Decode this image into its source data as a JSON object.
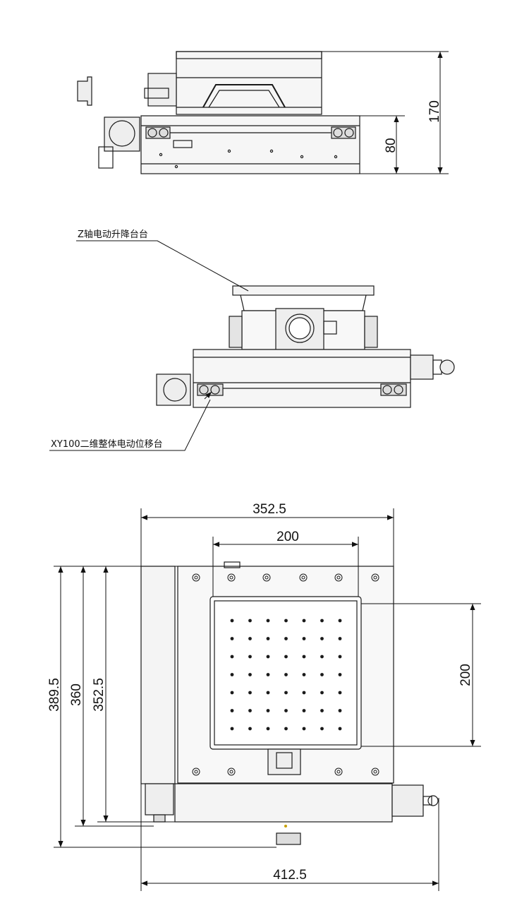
{
  "views": {
    "side": {
      "dimensions": {
        "total_height": "170",
        "base_height": "80"
      }
    },
    "front": {
      "labels": {
        "z_stage": "Z轴电动升降台台",
        "xy_stage": "XY100二维整体电动位移台"
      }
    },
    "top": {
      "dimensions": {
        "top_width": "352.5",
        "table_width": "200",
        "table_height": "200",
        "height_a": "389.5",
        "height_b": "360",
        "height_c": "352.5",
        "bottom_width": "412.5"
      }
    }
  },
  "colors": {
    "line": "#1a1a1a",
    "fill_light": "#f4f4f4",
    "fill_mid": "#e6e6e6",
    "accent": "#c8a000"
  }
}
